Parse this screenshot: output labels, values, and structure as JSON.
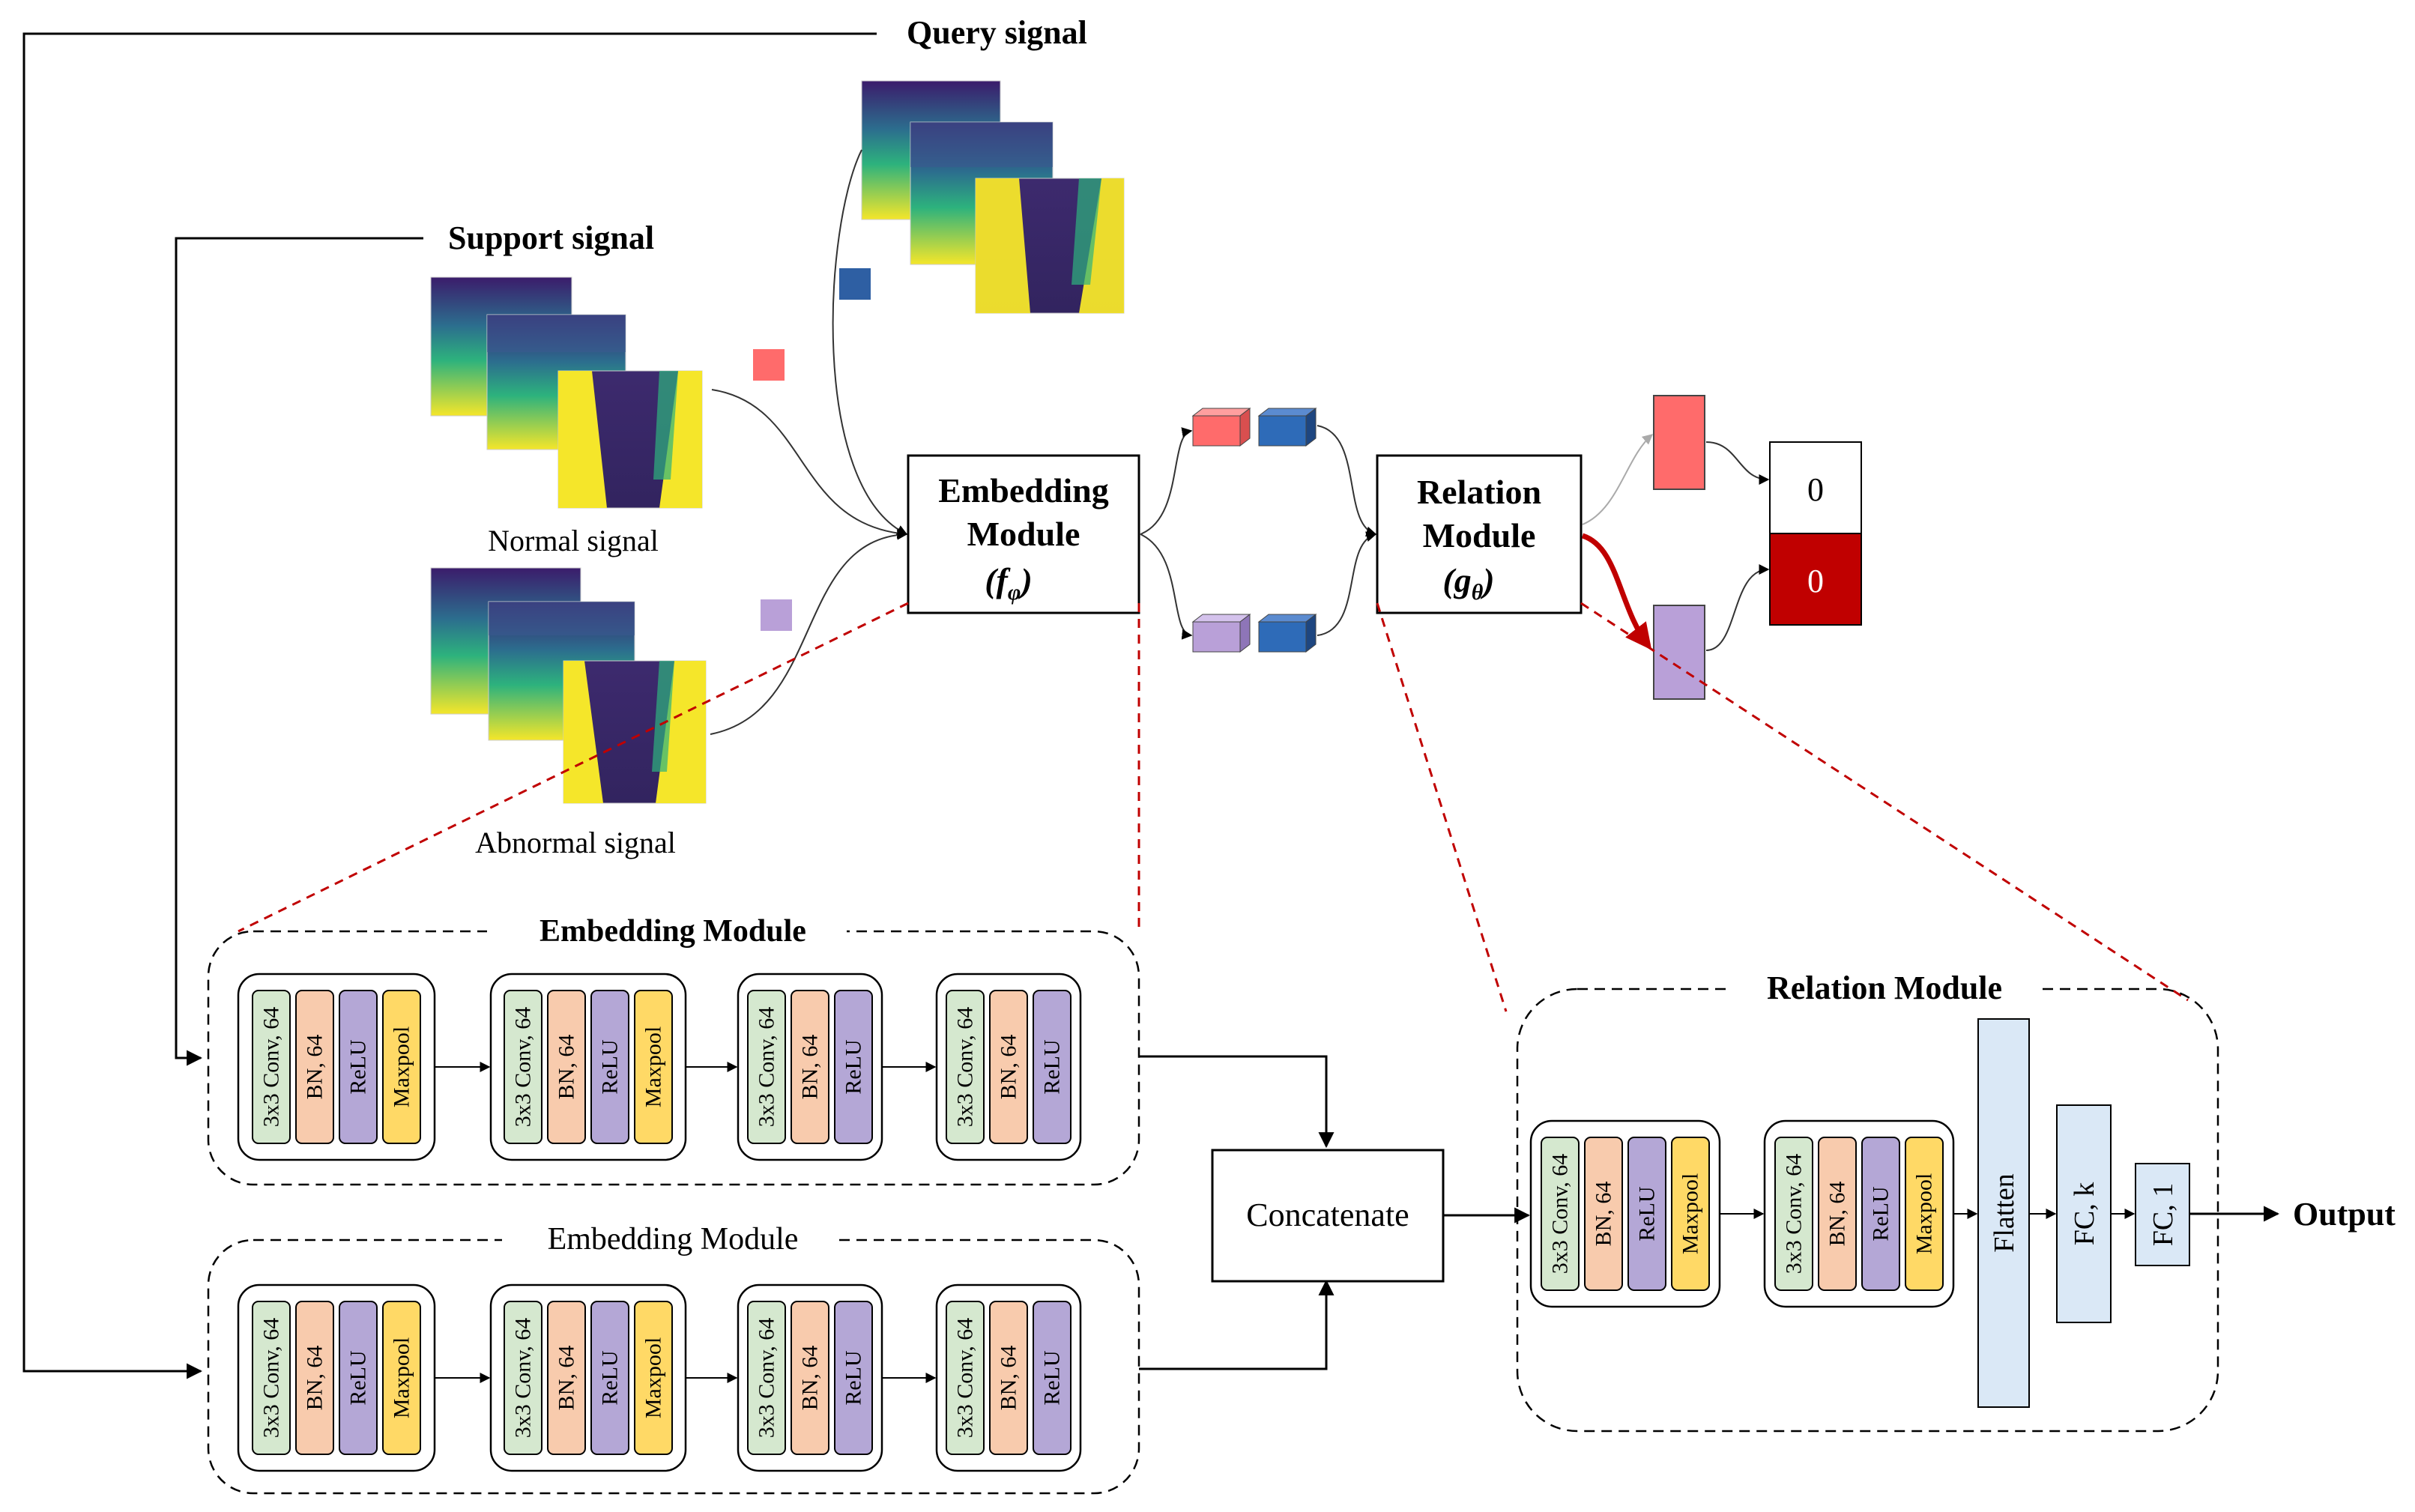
{
  "labels": {
    "query_signal": "Query signal",
    "support_signal": "Support signal",
    "normal_signal": "Normal signal",
    "abnormal_signal": "Abnormal signal",
    "embedding_line1": "Embedding",
    "embedding_line2": "Module",
    "embedding_symbol": "(f",
    "embedding_sub": "φ",
    "relation_line1": "Relation",
    "relation_line2": "Module",
    "relation_symbol": "(g",
    "relation_sub": "θ",
    "concatenate": "Concatenate",
    "output": "Output",
    "embedding_module_title_bold": "Embedding Module",
    "embedding_module_title_plain": "Embedding Module",
    "relation_module_title": "Relation Module",
    "score_top": "0",
    "score_bottom": "0"
  },
  "layers": {
    "conv": "3x3 Conv, 64",
    "bn": "BN, 64",
    "relu": "ReLU",
    "maxpool": "Maxpool",
    "flatten": "Flatten",
    "fc_k": "FC, k",
    "fc_1": "FC, 1"
  },
  "colors": {
    "conv": "#d5e8cf",
    "bn": "#f8cbad",
    "relu": "#b4a7d6",
    "maxpool": "#ffd966",
    "fc": "#dae8f6",
    "red_feature": "#ff6b6b",
    "blue_feature": "#2e5fa3",
    "purple_feature": "#b9a0d8",
    "score_red": "#c00000",
    "dashed_red": "#c00000"
  }
}
